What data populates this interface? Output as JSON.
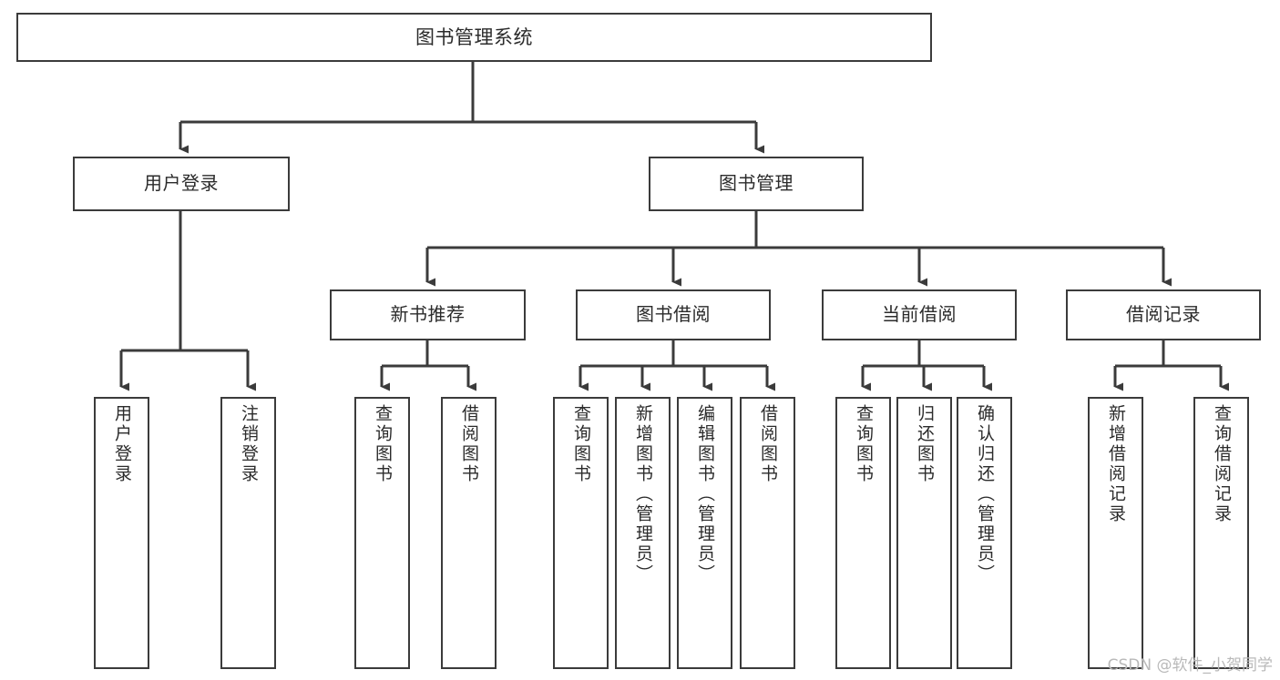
{
  "diagram": {
    "type": "tree-hierarchy",
    "title": "图书管理系统",
    "watermark": "CSDN @软件_小贺同学",
    "colors": {
      "background": "#ffffff",
      "box_border": "#3b3b3b",
      "box_fill": "#ffffff",
      "text": "#2b2b2b",
      "connector": "#3b3b3b",
      "watermark": "#b9b9b9"
    },
    "nodes": {
      "root": {
        "label": "图书管理系统",
        "level": 1
      },
      "level2": [
        {
          "id": "user-login",
          "label": "用户登录"
        },
        {
          "id": "book-management",
          "label": "图书管理"
        }
      ],
      "level3": [
        {
          "id": "new-book-recommend",
          "label": "新书推荐",
          "parent": "book-management"
        },
        {
          "id": "book-borrow",
          "label": "图书借阅",
          "parent": "book-management"
        },
        {
          "id": "current-borrow",
          "label": "当前借阅",
          "parent": "book-management"
        },
        {
          "id": "borrow-record",
          "label": "借阅记录",
          "parent": "book-management"
        }
      ],
      "leaves": [
        {
          "id": "leaf-user-login",
          "label": "用户登录",
          "parent": "user-login"
        },
        {
          "id": "leaf-logout-login",
          "label": "注销登录",
          "parent": "user-login"
        },
        {
          "id": "leaf-query-book-1",
          "label": "查询图书",
          "parent": "new-book-recommend"
        },
        {
          "id": "leaf-borrow-book-1",
          "label": "借阅图书",
          "parent": "new-book-recommend"
        },
        {
          "id": "leaf-query-book-2",
          "label": "查询图书",
          "parent": "book-borrow"
        },
        {
          "id": "leaf-add-book",
          "label": "新增图书（管理员）",
          "parent": "book-borrow"
        },
        {
          "id": "leaf-edit-book",
          "label": "编辑图书（管理员）",
          "parent": "book-borrow"
        },
        {
          "id": "leaf-borrow-book-2",
          "label": "借阅图书",
          "parent": "book-borrow"
        },
        {
          "id": "leaf-query-book-3",
          "label": "查询图书",
          "parent": "current-borrow"
        },
        {
          "id": "leaf-return-book",
          "label": "归还图书",
          "parent": "current-borrow"
        },
        {
          "id": "leaf-confirm-return",
          "label": "确认归还（管理员）",
          "parent": "current-borrow"
        },
        {
          "id": "leaf-add-record",
          "label": "新增借阅记录",
          "parent": "borrow-record"
        },
        {
          "id": "leaf-query-record",
          "label": "查询借阅记录",
          "parent": "borrow-record"
        }
      ]
    }
  }
}
